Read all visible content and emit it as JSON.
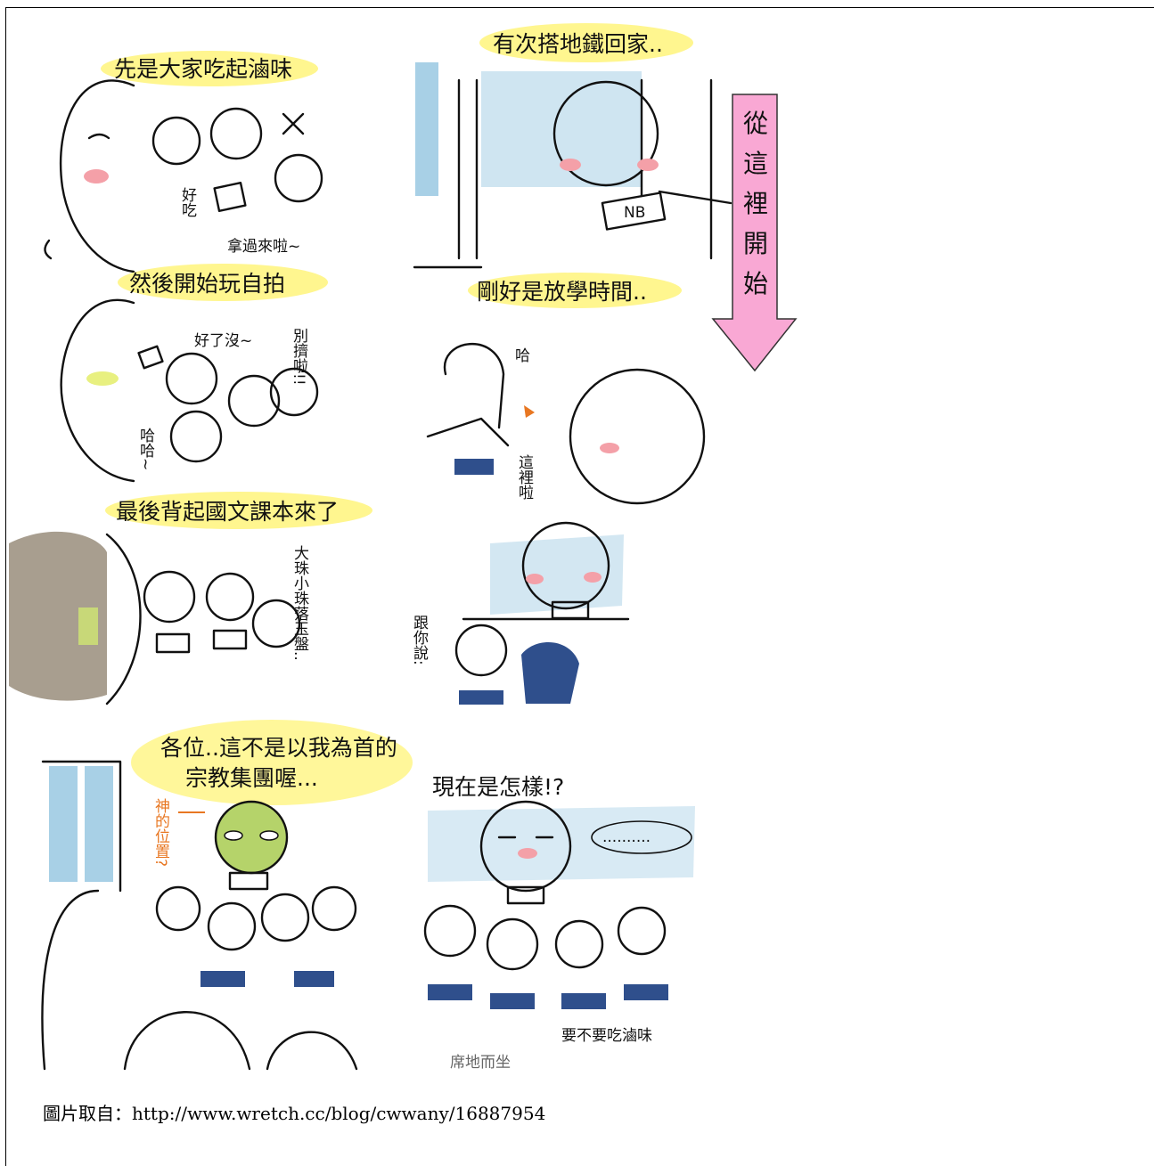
{
  "arrow": {
    "label_chars": [
      "從",
      "這",
      "裡",
      "開",
      "始"
    ],
    "fill": "#F9A8D4"
  },
  "panels": {
    "p1_title": "先是大家吃起滷味",
    "p1_sfx_a": "好吃",
    "p1_sfx_b": "拿過來啦~",
    "p2_title": "有次搭地鐵回家..",
    "p2_sfx_nb": "NB",
    "p3_title": "然後開始玩自拍",
    "p3_sfx_a": "好了沒~",
    "p3_sfx_b": "別擠啦!!",
    "p3_sfx_c": "哈哈~",
    "p4_title": "剛好是放學時間..",
    "p4_sfx_a": "哈",
    "p4_sfx_b": "這裡啦",
    "p5_title": "最後背起國文課本來了",
    "p5_sfx_a": "大珠小珠落玉盤..",
    "p6_sfx_a": "跟你說:",
    "p7_speech_l1": "各位..這不是以我為首的",
    "p7_speech_l2": "宗教集團喔...",
    "p7_god": "神的位置?",
    "p8_sfx_a": "現在是怎樣!?",
    "p8_sfx_b": "..........",
    "p8_sfx_c": "要不要吃滷味",
    "p8_sfx_d": "席地而坐"
  },
  "caption": {
    "prefix": "圖片取自：",
    "url": "http://www.wretch.cc/blog/cwwany/16887954"
  },
  "colors": {
    "highlight": "#FFF68F",
    "window_blue": "#A8D0E6",
    "uniform_blue": "#2F4F8C",
    "accent_orange": "#E87722",
    "god_green": "#B5D36A",
    "blush": "#F4A0A8"
  }
}
